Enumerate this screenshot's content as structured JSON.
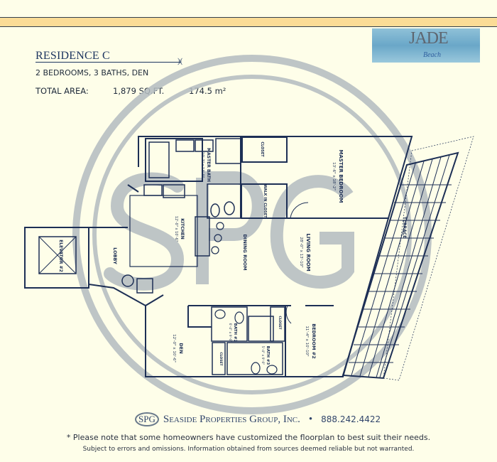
{
  "header": {
    "title": "RESIDENCE C",
    "title_mark": ")(",
    "subtitle": "2 BEDROOMS, 3 BATHS, DEN",
    "area_label": "TOTAL AREA:",
    "area_sqft": "1,879 SQ.FT.",
    "area_m2": "174.5 m²"
  },
  "logo": {
    "name": "JADE",
    "tagline": "Beach"
  },
  "watermark": {
    "text": "SPG"
  },
  "rooms": {
    "master_bedroom": {
      "name": "MASTER BEDROOM",
      "dims": "13'-6\" x 18'-2\""
    },
    "master_bath": {
      "name": "MASTER BATH",
      "dims": "10'-7\" x 13'-0\""
    },
    "closet1": {
      "name": "CLOSET"
    },
    "walk_in": {
      "name": "WALK IN CLOSET"
    },
    "kitchen": {
      "name": "KITCHEN",
      "dims": "12'-0\" x 10'-6\""
    },
    "dining": {
      "name": "DINING ROOM"
    },
    "living": {
      "name": "LIVING ROOM",
      "dims": "28'-0\" x 13'-10\""
    },
    "terrace": {
      "name": "TERRACE"
    },
    "lobby": {
      "name": "LOBBY"
    },
    "elevator": {
      "name": "ELEVATOR #2"
    },
    "den": {
      "name": "DEN",
      "dims": "12'-0\" x 10'-6\""
    },
    "bath2": {
      "name": "BATH #2",
      "dims": "6'-4\" x 9'-0\""
    },
    "bath3": {
      "name": "BATH #3",
      "dims": "5'-4\" x 9'-0\""
    },
    "closet2": {
      "name": "CLOSET"
    },
    "closet3": {
      "name": "CLOSET"
    },
    "bedroom2": {
      "name": "BEDROOM #2",
      "dims": "11'-4\" x 10'-10\""
    }
  },
  "footer": {
    "company_badge": "SPG",
    "company": "Seaside Properties Group, Inc.",
    "bullet": "•",
    "phone": "888.242.4422",
    "note": "* Please note that some homeowners have customized the floorplan to best suit their needs.",
    "disclaimer": "Subject to errors and omissions. Information obtained from sources deemed reliable but not warranted."
  },
  "colors": {
    "ink": "#1d2f55",
    "watermark": "#b4bcc0",
    "band": "#fbdc96",
    "background": "#fefee9"
  }
}
